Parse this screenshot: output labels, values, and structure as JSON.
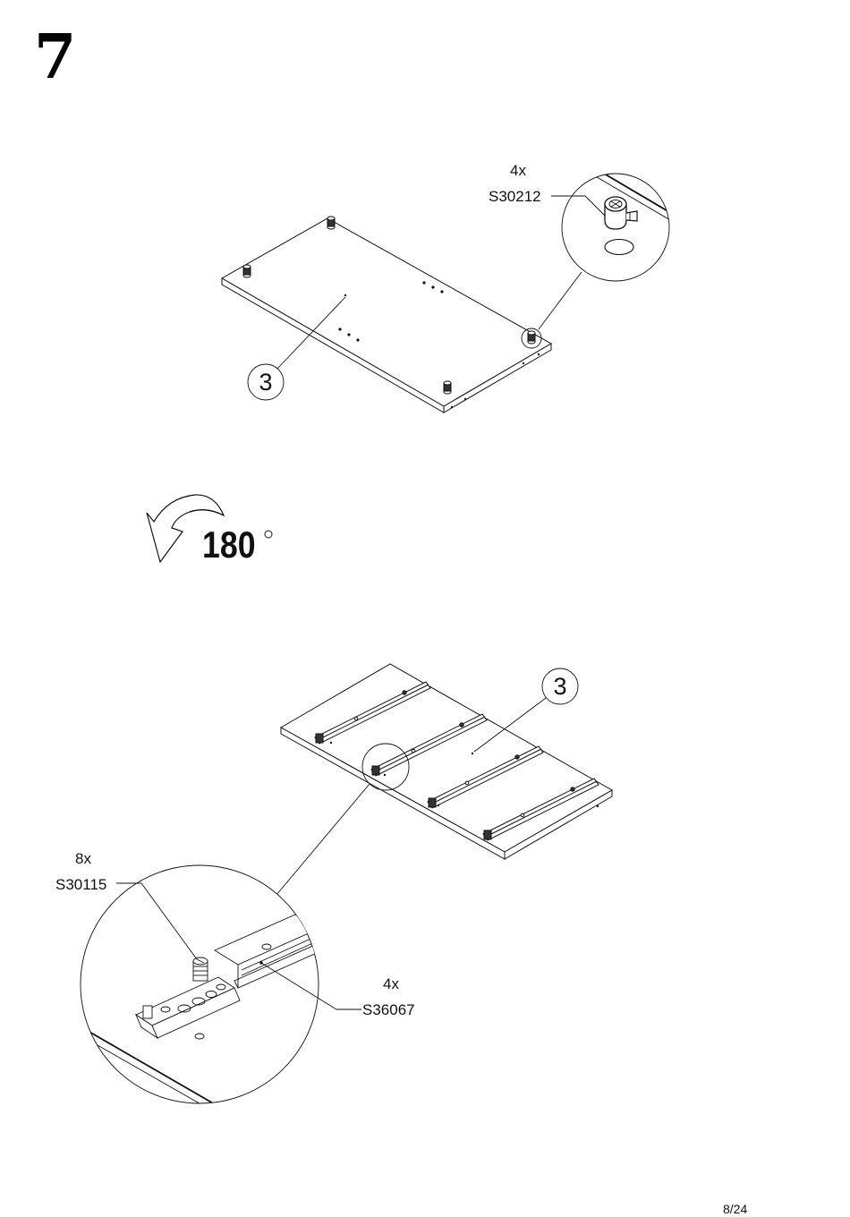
{
  "step_number": "7",
  "panel_top": {
    "part_number": "3",
    "hardware": {
      "quantity": "4x",
      "code": "S30212"
    }
  },
  "rotation": {
    "angle": "180",
    "unit_symbol": "°"
  },
  "panel_bottom": {
    "part_number": "3",
    "screws": {
      "quantity": "8x",
      "code": "S30115"
    },
    "rails": {
      "quantity": "4x",
      "code": "S36067"
    }
  },
  "page_number": "8/24",
  "colors": {
    "line": "#111111",
    "background": "#ffffff"
  }
}
